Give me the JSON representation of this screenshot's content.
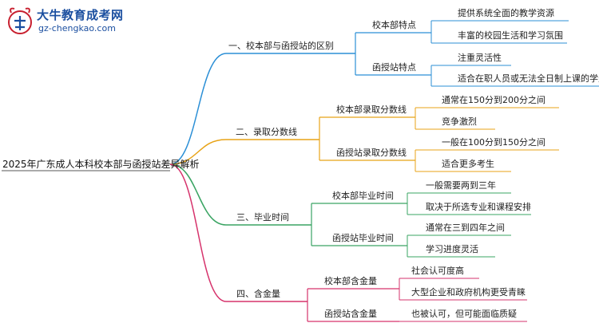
{
  "logo": {
    "title": "大牛教育成考网",
    "url": "gz-chengkao.com"
  },
  "root": "2025年广东成人本科校本部与函授站差异解析",
  "colors": {
    "blue": "#2b8fd6",
    "orange": "#e8a317",
    "green": "#3aa463",
    "pink": "#d6336c"
  },
  "branches": [
    {
      "label": "一、校本部与函授站的区别",
      "children": [
        {
          "label": "校本部特点",
          "leaves": [
            "提供系统全面的教学资源",
            "丰富的校园生活和学习氛围"
          ]
        },
        {
          "label": "函授站特点",
          "leaves": [
            "注重灵活性",
            "适合在职人员或无法全日制上课的学生"
          ]
        }
      ]
    },
    {
      "label": "二、录取分数线",
      "children": [
        {
          "label": "校本部录取分数线",
          "leaves": [
            "通常在150分到200分之间",
            "竞争激烈"
          ]
        },
        {
          "label": "函授站录取分数线",
          "leaves": [
            "一般在100分到150分之间",
            "适合更多考生"
          ]
        }
      ]
    },
    {
      "label": "三、毕业时间",
      "children": [
        {
          "label": "校本部毕业时间",
          "leaves": [
            "一般需要两到三年",
            "取决于所选专业和课程安排"
          ]
        },
        {
          "label": "函授站毕业时间",
          "leaves": [
            "通常在三到四年之间",
            "学习进度灵活"
          ]
        }
      ]
    },
    {
      "label": "四、含金量",
      "children": [
        {
          "label": "校本部含金量",
          "leaves": [
            "社会认可度高",
            "大型企业和政府机构更受青睐"
          ]
        },
        {
          "label": "函授站含金量",
          "leaves": [
            "也被认可，但可能面临质疑"
          ]
        }
      ]
    }
  ]
}
